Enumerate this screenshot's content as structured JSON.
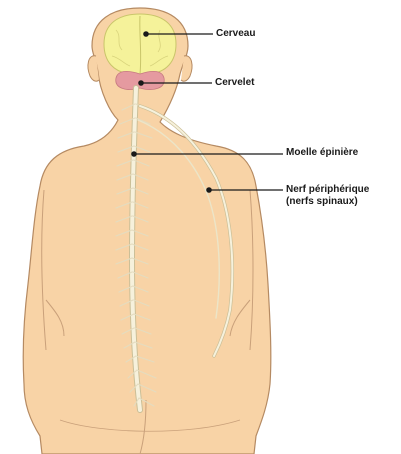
{
  "labels": {
    "cerveau": "Cerveau",
    "cervelet": "Cervelet",
    "moelle": "Moelle épinière",
    "nerf_line1": "Nerf périphérique",
    "nerf_line2": "(nerfs spinaux)"
  },
  "colors": {
    "skin": "#f8d3a6",
    "skin_outline": "#b58a62",
    "brain": "#f5f29a",
    "cerebellum": "#e59aa0",
    "nerve": "#f6f1dc",
    "nerve_outline": "#cbbf97",
    "leader_line": "#1a1a1a"
  }
}
